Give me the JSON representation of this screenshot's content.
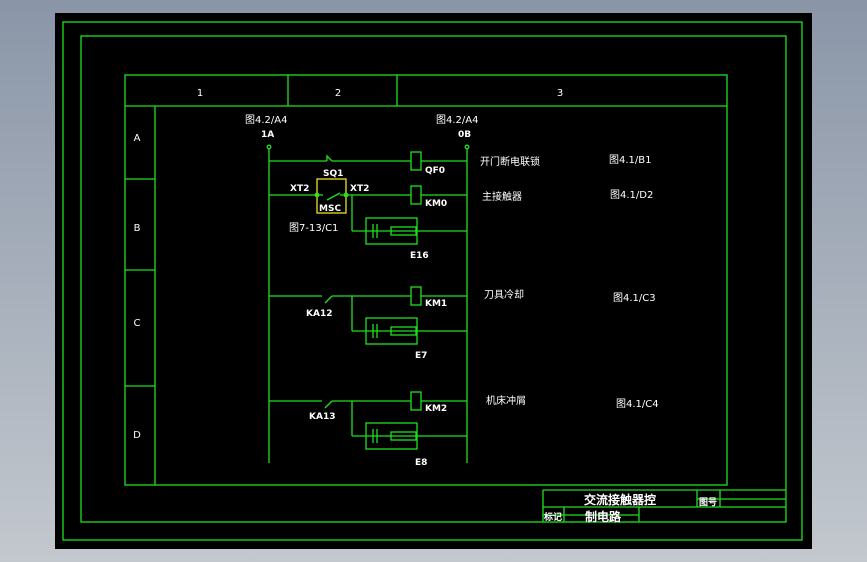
{
  "drawing": {
    "zone_columns": [
      "1",
      "2",
      "3"
    ],
    "zone_rows": [
      "A",
      "B",
      "C",
      "D"
    ],
    "bus_refs": {
      "left": {
        "ref": "图4.2/A4",
        "label": "1A"
      },
      "right": {
        "ref": "图4.2/A4",
        "label": "0B"
      }
    },
    "rungs": [
      {
        "switch": "SQ1",
        "coil": "QF0",
        "description": "开门断电联锁",
        "ref": "图4.1/B1"
      },
      {
        "switch": "MSC",
        "terminal_left": "XT2",
        "terminal_right": "XT2",
        "switch_ref": "图7-13/C1",
        "coil": "KM0",
        "suppressor": "E16",
        "description": "主接触器",
        "ref": "图4.1/D2"
      },
      {
        "switch": "KA12",
        "coil": "KM1",
        "suppressor": "E7",
        "description": "刀具冷却",
        "ref": "图4.1/C3"
      },
      {
        "switch": "KA13",
        "coil": "KM2",
        "suppressor": "E8",
        "description": "机床冲屑",
        "ref": "图4.1/C4"
      }
    ],
    "title_block": {
      "title_line1": "交流接触器控",
      "title_line2": "制电路",
      "drawing_no_label": "图号",
      "left_label": "标记"
    }
  }
}
